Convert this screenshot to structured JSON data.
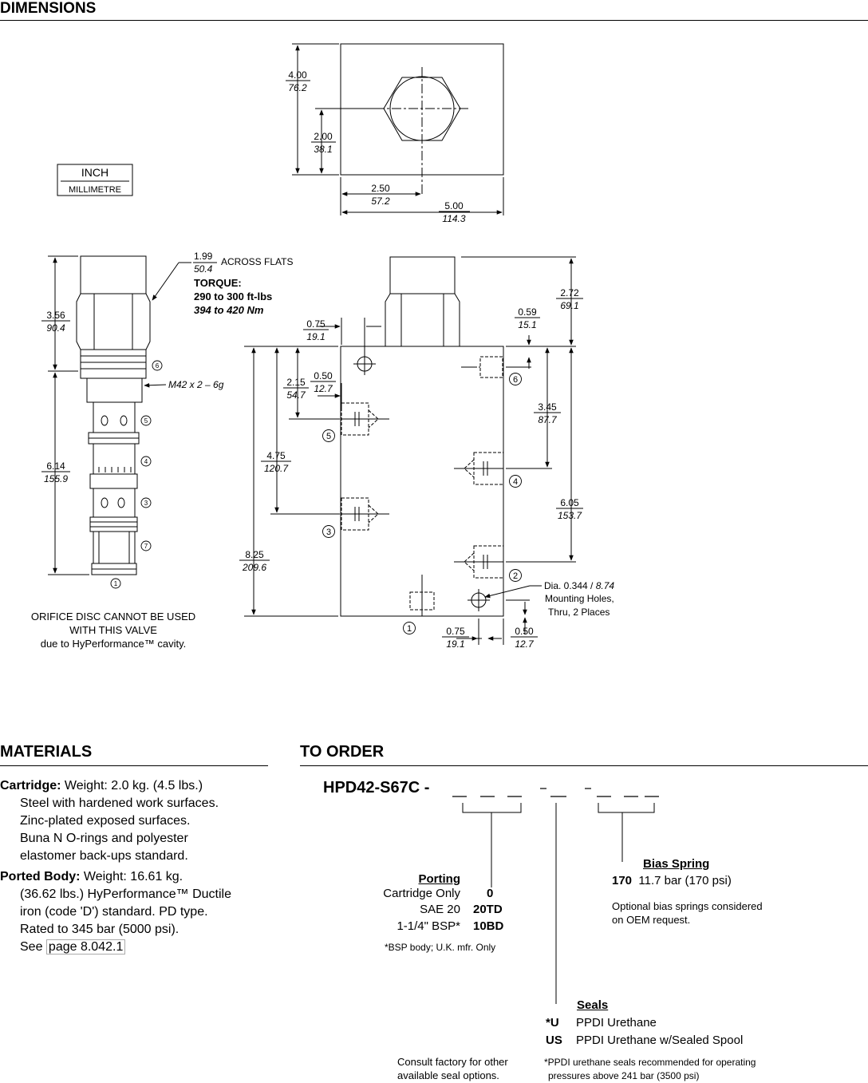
{
  "dimensions_title": "DIMENSIONS",
  "legend": {
    "inch": "INCH",
    "mm": "MILLIMETRE"
  },
  "top_view": {
    "h_total": [
      "4.00",
      "76.2"
    ],
    "h_center": [
      "2.00",
      "38.1"
    ],
    "w_center": [
      "2.50",
      "57.2"
    ],
    "w_total": [
      "5.00",
      "114.3"
    ]
  },
  "cartridge": {
    "across_flats": [
      "1.99",
      "50.4"
    ],
    "across_flats_label": "ACROSS FLATS",
    "torque_label": "TORQUE:",
    "torque_ftlb": "290 to 300 ft-lbs",
    "torque_nm": "394 to 420 Nm",
    "thread": "M42 x 2 – 6g",
    "hex_len": [
      "3.56",
      "90.4"
    ],
    "body_len": [
      "6.14",
      "155.9"
    ],
    "ports": [
      "6",
      "5",
      "4",
      "3",
      "7",
      "1"
    ]
  },
  "body_view": {
    "d_075_top": [
      "0.75",
      "19.1"
    ],
    "d_215": [
      "2.15",
      "54.7"
    ],
    "d_050_left": [
      "0.50",
      "12.7"
    ],
    "d_475": [
      "4.75",
      "120.7"
    ],
    "d_825": [
      "8.25",
      "209.6"
    ],
    "d_059": [
      "0.59",
      "15.1"
    ],
    "d_272": [
      "2.72",
      "69.1"
    ],
    "d_345": [
      "3.45",
      "87.7"
    ],
    "d_605": [
      "6.05",
      "153.7"
    ],
    "d_075_bot": [
      "0.75",
      "19.1"
    ],
    "d_050_bot": [
      "0.50",
      "12.7"
    ],
    "hole_note_1": "Dia. 0.344 / ",
    "hole_note_1i": "8.74",
    "hole_note_2": "Mounting Holes,",
    "hole_note_3": "Thru, 2 Places",
    "ports": [
      "6",
      "5",
      "4",
      "3",
      "2",
      "1"
    ]
  },
  "orifice_note": [
    "ORIFICE DISC CANNOT BE USED",
    "WITH THIS VALVE",
    "due to HyPerformance™ cavity."
  ],
  "materials": {
    "title": "MATERIALS",
    "cartridge_label": "Cartridge:",
    "cartridge_line1": " Weight: 2.0 kg. (4.5 lbs.)",
    "cartridge_lines": [
      "Steel with hardened work surfaces.",
      "Zinc-plated exposed surfaces.",
      "Buna N O-rings and polyester",
      "elastomer back-ups standard."
    ],
    "body_label": "Ported Body:",
    "body_line1": " Weight: 16.61 kg.",
    "body_lines": [
      "(36.62 lbs.) HyPerformance™ Ductile",
      "iron (code 'D') standard. PD type.",
      "Rated to 345 bar (5000 psi)."
    ],
    "see": "See ",
    "see_link": "page 8.042.1"
  },
  "to_order": {
    "title": "TO ORDER",
    "model": "HPD42-S67C -",
    "porting_title": "Porting",
    "porting": [
      {
        "label": "Cartridge Only",
        "code": "0"
      },
      {
        "label": "SAE 20",
        "code": "20TD"
      },
      {
        "label": "1-1/4\" BSP*",
        "code": "10BD"
      }
    ],
    "bsp_note": "*BSP body; U.K. mfr. Only",
    "bias_title": "Bias Spring",
    "bias_code": "170",
    "bias_desc": "11.7 bar (170 psi)",
    "bias_note": [
      "Optional bias springs considered",
      "on OEM request."
    ],
    "seals_title": "Seals",
    "seals": [
      {
        "code": "*U",
        "desc": "PPDI Urethane"
      },
      {
        "code": "US",
        "desc": "PPDI Urethane w/Sealed Spool"
      }
    ],
    "consult": [
      "Consult factory for other",
      "available seal options."
    ],
    "ppdi_note": [
      "*PPDI urethane seals recommended for operating",
      "pressures above 241 bar (3500 psi)"
    ]
  }
}
